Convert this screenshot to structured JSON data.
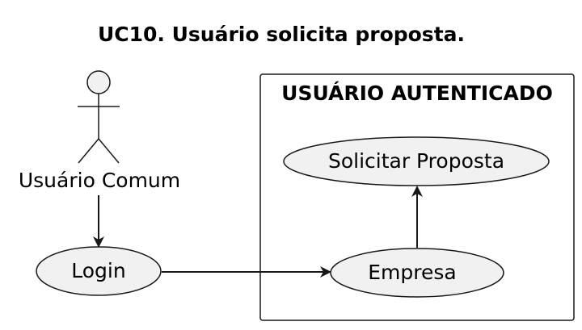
{
  "diagram": {
    "title": "UC10. Usuário solicita proposta.",
    "boundary": {
      "label": "USUÁRIO AUTENTICADO"
    },
    "actor": {
      "label": "Usuário Comum"
    },
    "use_cases": {
      "login": {
        "label": "Login"
      },
      "empresa": {
        "label": "Empresa"
      },
      "solicitar": {
        "label": "Solicitar Proposta"
      }
    },
    "colors": {
      "background": "#ffffff",
      "shape_fill": "#f1f1f1",
      "stroke": "#181818",
      "text": "#000000"
    }
  }
}
